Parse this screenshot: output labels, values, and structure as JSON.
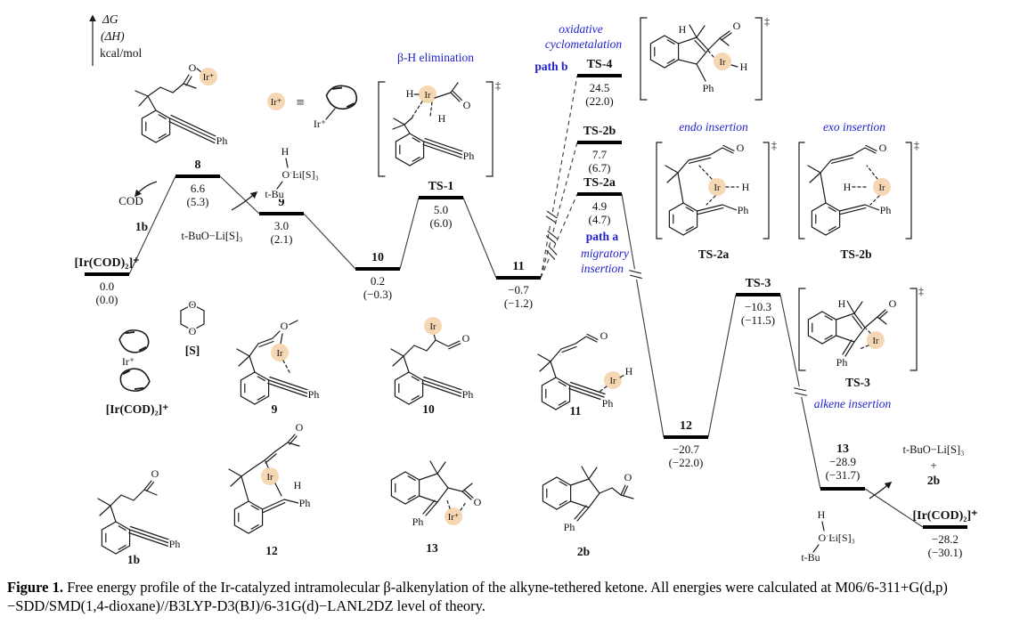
{
  "figure": {
    "axis": {
      "line1": "ΔG",
      "line2": "(ΔH)",
      "line3": "kcal/mol"
    }
  },
  "chart_data": {
    "type": "line",
    "subtype": "reaction-free-energy-profile",
    "title": "Free energy profile of the Ir-catalyzed intramolecular β-alkenylation",
    "ylabel": "ΔG (ΔH) kcal/mol",
    "units": "kcal/mol",
    "states": [
      {
        "id": "ircod2_start",
        "label": "[Ir(COD)₂]⁺",
        "dG": 0.0,
        "dH": 0.0
      },
      {
        "id": "8",
        "label": "8",
        "dG": 6.6,
        "dH": 5.3
      },
      {
        "id": "9",
        "label": "9",
        "dG": 3.0,
        "dH": 2.1
      },
      {
        "id": "10",
        "label": "10",
        "dG": 0.2,
        "dH": -0.3
      },
      {
        "id": "TS-1",
        "label": "TS-1",
        "dG": 5.0,
        "dH": 6.0
      },
      {
        "id": "11",
        "label": "11",
        "dG": -0.7,
        "dH": -1.2
      },
      {
        "id": "TS-4",
        "label": "TS-4",
        "dG": 24.5,
        "dH": 22.0
      },
      {
        "id": "TS-2b",
        "label": "TS-2b",
        "dG": 7.7,
        "dH": 6.7
      },
      {
        "id": "TS-2a",
        "label": "TS-2a",
        "dG": 4.9,
        "dH": 4.7
      },
      {
        "id": "12",
        "label": "12",
        "dG": -20.7,
        "dH": -22.0
      },
      {
        "id": "TS-3",
        "label": "TS-3",
        "dG": -10.3,
        "dH": -11.5
      },
      {
        "id": "13",
        "label": "13",
        "dG": -28.9,
        "dH": -31.7
      },
      {
        "id": "ircod2_end",
        "label": "[Ir(COD)₂]⁺",
        "dG": -28.2,
        "dH": -30.1
      }
    ],
    "connections": [
      {
        "from": "ircod2_start",
        "to": "8",
        "style": "solid",
        "broken": false
      },
      {
        "from": "8",
        "to": "9",
        "style": "solid",
        "broken": false
      },
      {
        "from": "9",
        "to": "10",
        "style": "solid",
        "broken": false
      },
      {
        "from": "10",
        "to": "TS-1",
        "style": "solid",
        "broken": false
      },
      {
        "from": "TS-1",
        "to": "11",
        "style": "solid",
        "broken": false
      },
      {
        "from": "11",
        "to": "TS-4",
        "style": "dashed",
        "broken": true
      },
      {
        "from": "11",
        "to": "TS-2b",
        "style": "dashed",
        "broken": true
      },
      {
        "from": "11",
        "to": "TS-2a",
        "style": "dashed",
        "broken": true
      },
      {
        "from": "TS-2a",
        "to": "12",
        "style": "solid",
        "broken": true
      },
      {
        "from": "12",
        "to": "TS-3",
        "style": "solid",
        "broken": false
      },
      {
        "from": "TS-3",
        "to": "13",
        "style": "solid",
        "broken": true
      },
      {
        "from": "13",
        "to": "ircod2_end",
        "style": "solid",
        "broken": false
      }
    ]
  },
  "annotations": {
    "beta_h_elimination": "β-H elimination",
    "oxidative_line1": "oxidative",
    "oxidative_line2": "cyclometalation",
    "path_b": "path b",
    "path_a": "path a",
    "migratory_line1": "migratory",
    "migratory_line2": "insertion",
    "endo_insertion": "endo insertion",
    "exo_insertion": "exo insertion",
    "alkene_insertion": "alkene insertion",
    "cod": "COD",
    "compound_1b": "1b",
    "tbuo_li_s3": "t-BuO−Li[S]₃",
    "plus": "+",
    "compound_2b": "2b"
  },
  "structures": {
    "captions": {
      "ircod2": "[Ir(COD)₂]⁺",
      "c9": "9",
      "c10": "10",
      "c11": "11",
      "c1b": "1b",
      "c12": "12",
      "c13": "13",
      "c2b": "2b",
      "ts2a": "TS-2a",
      "ts2b": "TS-2b",
      "ts3": "TS-3",
      "solvent": "[S]"
    },
    "atoms": {
      "ir": "Ir",
      "ir_plus": "Ir⁺",
      "o": "O",
      "o_plus": "O⁺",
      "h": "H",
      "ph": "Ph",
      "t_bu": "t-Bu",
      "li_s3": "Li[S]₃",
      "dagger": "‡",
      "equiv": "≡"
    }
  },
  "caption": {
    "label": "Figure 1.",
    "text": "Free energy profile of the Ir-catalyzed intramolecular β-alkenylation of the alkyne-tethered ketone. All energies were calculated at M06/6-311+G(d,p)−SDD/SMD(1,4-dioxane)//B3LYP-D3(BJ)/6-31G(d)−LANL2DZ level of theory."
  }
}
